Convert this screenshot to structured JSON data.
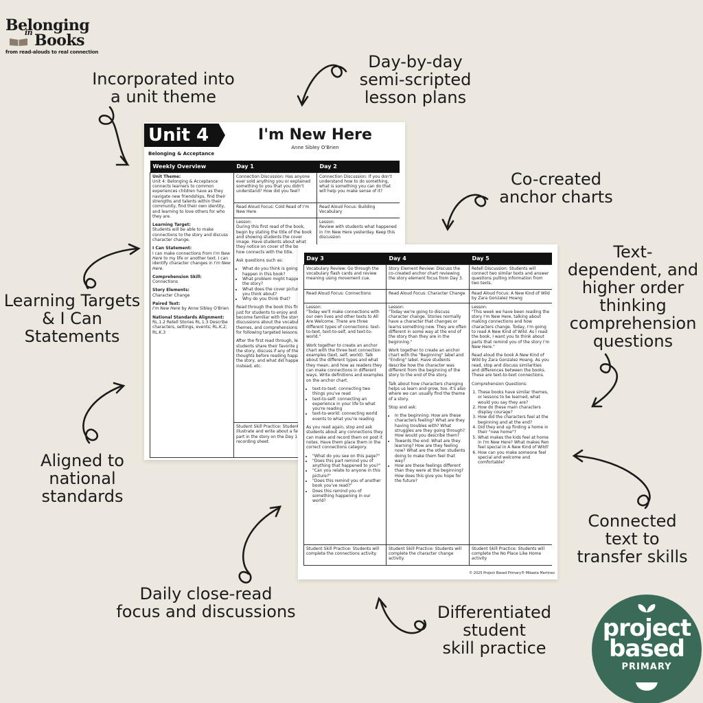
{
  "brand": {
    "line1": "Belonging",
    "in": "in",
    "line2": "Books",
    "tagline": "from read-alouds to real connection"
  },
  "labels": {
    "unit_theme": "Incorporated into\na unit theme",
    "day_by_day": "Day-by-day\nsemi-scripted\nlesson plans",
    "anchor_charts": "Co-created\nanchor charts",
    "text_dependent": "Text-\ndependent, and\nhigher order\nthinking\ncomprehension\nquestions",
    "learning_targets": "Learning Targets\n& I Can\nStatements",
    "standards": "Aligned to\nnational\nstandards",
    "connected_text": "Connected\ntext to\ntransfer skills",
    "close_read": "Daily close-read\nfocus and discussions",
    "differentiated": "Differentiated\nstudent\nskill practice"
  },
  "doc1": {
    "unit": "Unit 4",
    "theme_sub": "Belonging & Acceptance",
    "title": "I'm New Here",
    "author": "Anne Sibley O'Brien",
    "headers": [
      "Weekly Overview",
      "Day 1",
      "Day 2"
    ],
    "overview": {
      "unit_theme_h": "Unit Theme:",
      "unit_theme": "Unit 4: Belonging & Acceptance connects learners to common experiences children have as they navigate new friendships, find their strengths and talents within their community, find their own identity, and learning to love others for who they are.",
      "target_h": "Learning Target:",
      "target": "Students will be able to make connections to the story and discuss character change.",
      "ican_h": "I Can Statement:",
      "ican_a": "I can make connections from ",
      "ican_i": "I'm New Here",
      "ican_b": " to my life or another text.  I can identify character changes in ",
      "ican_i2": "I'm New Here.",
      "skill_h": "Comprehension Skill:",
      "skill": "Connections",
      "elements_h": "Story Elements:",
      "elements": "Character Change",
      "paired_h": "Paired Text:",
      "paired_i": "I'm New Here",
      "paired": " by Anne Sibley O'Brien",
      "standards_h": "National Standards Alignment:",
      "standards": "RL.1.2 Retell Stories RL.1.3 Describe characters, settings, events; RL.K.2; RL.K.3"
    },
    "day1": {
      "conn": "Connection Discussion: Has anyone ever sold anything you or explained something to you that you didn't understand? How did you feel?",
      "focus": "Read Aloud Focus: Cold Read of I'm New Here",
      "lesson_h": "Lesson:",
      "lesson": "During this first read of the book, begin by stating the title of the book and showing students the cover image. Have students about what they notice on cover of the book and how connects with the title.",
      "ask": "Ask questions such as:",
      "bullets": [
        "What do you think is going to happen in this book?",
        "What problem might happen in the story?",
        "What does the cover picture make you think about?",
        "Why do you think that?"
      ],
      "read": "Read through the book this first time just for students to enjoy and become familiar with the story. Save discussions about the vocabulary, themes, and comprehensions skills for following targeted lessons.",
      "after": "After the first read through, let students share their favorite part of the story, discuss if any of their thoughts before reading happened in the story, and what did happen instead, etc.",
      "practice": "Student Skill Practice: Students will illustrate and write about a favorite part in the story on the Day 1 recording sheet."
    },
    "day2": {
      "conn": "Connection Discussion: If you don't understand how to do something, what is something you can do that will help you make sense of it?",
      "focus": "Read Aloud Focus: Building Vocabulary",
      "lesson_h": "Lesson:",
      "lesson": "Review with students what happened in I'm New Here yesterday. Keep this discussion"
    }
  },
  "doc2": {
    "headers": [
      "Day 3",
      "Day 4",
      "Day 5"
    ],
    "day3": {
      "conn": "Vocabulary Review: Go through the vocabulary flash cards and review meaning using movement cue.",
      "focus": "Read Aloud Focus: Connections",
      "lesson_h": "Lesson:",
      "lesson": "\"Today we'll make connections with our own lives and other texts to All Are Welcome.  There are three different types of connections: text-to-text, text-to-self, and text-to-world.\"",
      "work": "Work together to create an anchor chart with the three text connection examples (text, self, world).  Talk about the different types and what they mean, and how as readers they can make connections in different ways. Write definitions and examples on the anchor chart.",
      "bullets": [
        "text-to-text: connecting two things you've read",
        "text-to-self: connecting an experience in your life to what you're reading",
        "text-to-world: connecting world events to what you're reading"
      ],
      "read": "As you read again, stop and ask students about any connections they can make and record them on post it notes. Have them place them in the correct connections category.",
      "qs": [
        "\"What do you see on this page?\"",
        "\"Does this part remind you of anything that happened to you?\"",
        "\"Can you relate to anyone in this picture?\"",
        "\"Does this remind you of another book you've read?\"",
        "Does this remind you of something happening in our world?"
      ],
      "practice": "Student Skill Practice: Students will complete the connections activity."
    },
    "day4": {
      "conn": "Story Element Review: Discuss the co-created anchor chart reviewing the story element focus from Day 3.",
      "focus": "Read Aloud Focus: Character Change",
      "lesson_h": "Lesson:",
      "lesson": "\"Today we're going to discuss character change.  Stories normally have a character that changes or learns something new.  They are often different in some way at the end of the story than they are in the beginning.\"",
      "work": "Work together to create an anchor chart with the \"Beginning\" label and \"Ending\" label.  Have students describe how the character was different from the beginning of the story to the end of the story.",
      "talk": "Talk about how characters changing helps us learn and grow, too.  It's also where we can usually find the theme of a story.",
      "stop": "Stop and ask:",
      "bullets": [
        "In the beginning: How are these characters feeling?  What are they having troubles with?  What struggles are they going through? How would you describe them?",
        "Towards the end:  What are they learning?  How are they feeling now?  What are the other students doing to make them feel that way?",
        "How are these feelings different than they were at the beginning? How does this give you hope for the future?"
      ],
      "practice": "Student Skill Practice: Students will complete the character change activity."
    },
    "day5": {
      "conn": "Retell Discussion: Students will connect two similar texts and answer questions pulling information from two texts.",
      "focus": "Read Aloud Focus: A New Kind of Wild by Zara Gonzalez Hoang",
      "lesson_h": "Lesson:",
      "lesson": "\"This week we have been reading the story I'm New Here, talking about making connections and how characters change.  Today, I'm going to read A New Kind of Wild. As I read the book, I want you to think about parts that remind you of the story I'm New Here.\"",
      "readaloud": "Read aloud the book A New Kind of Wild by Zara Gonzalez Hoang.  As you read, stop and discuss similarities and differences between the books.  These are text-to-text connections.",
      "cq": "Comprehension Questions:",
      "qs": [
        "These books have similar themes, or lessons to be learned, what would you say they are?",
        "How do these main characters display courage?",
        "How did the characters feel at the beginning and at the end?",
        "Did they end up finding a home in their \"new home\"?",
        "What makes the kids feel at home in I'm New Here? What makes Ren feel special in A New Kind of Wild?",
        "How can you make someone feel special and welcome and comfortable?"
      ],
      "practice": "Student Skill Practice: Students will complete the No Place Like Home activity"
    },
    "copyright": "© 2025 Project Based Primary® Mikaela Martinez"
  },
  "logo": {
    "line1": "project",
    "line2": "based",
    "sub": "PRIMARY"
  },
  "colors": {
    "background": "#ece8df",
    "logo_green": "#3a6b58",
    "header_black": "#111111"
  }
}
